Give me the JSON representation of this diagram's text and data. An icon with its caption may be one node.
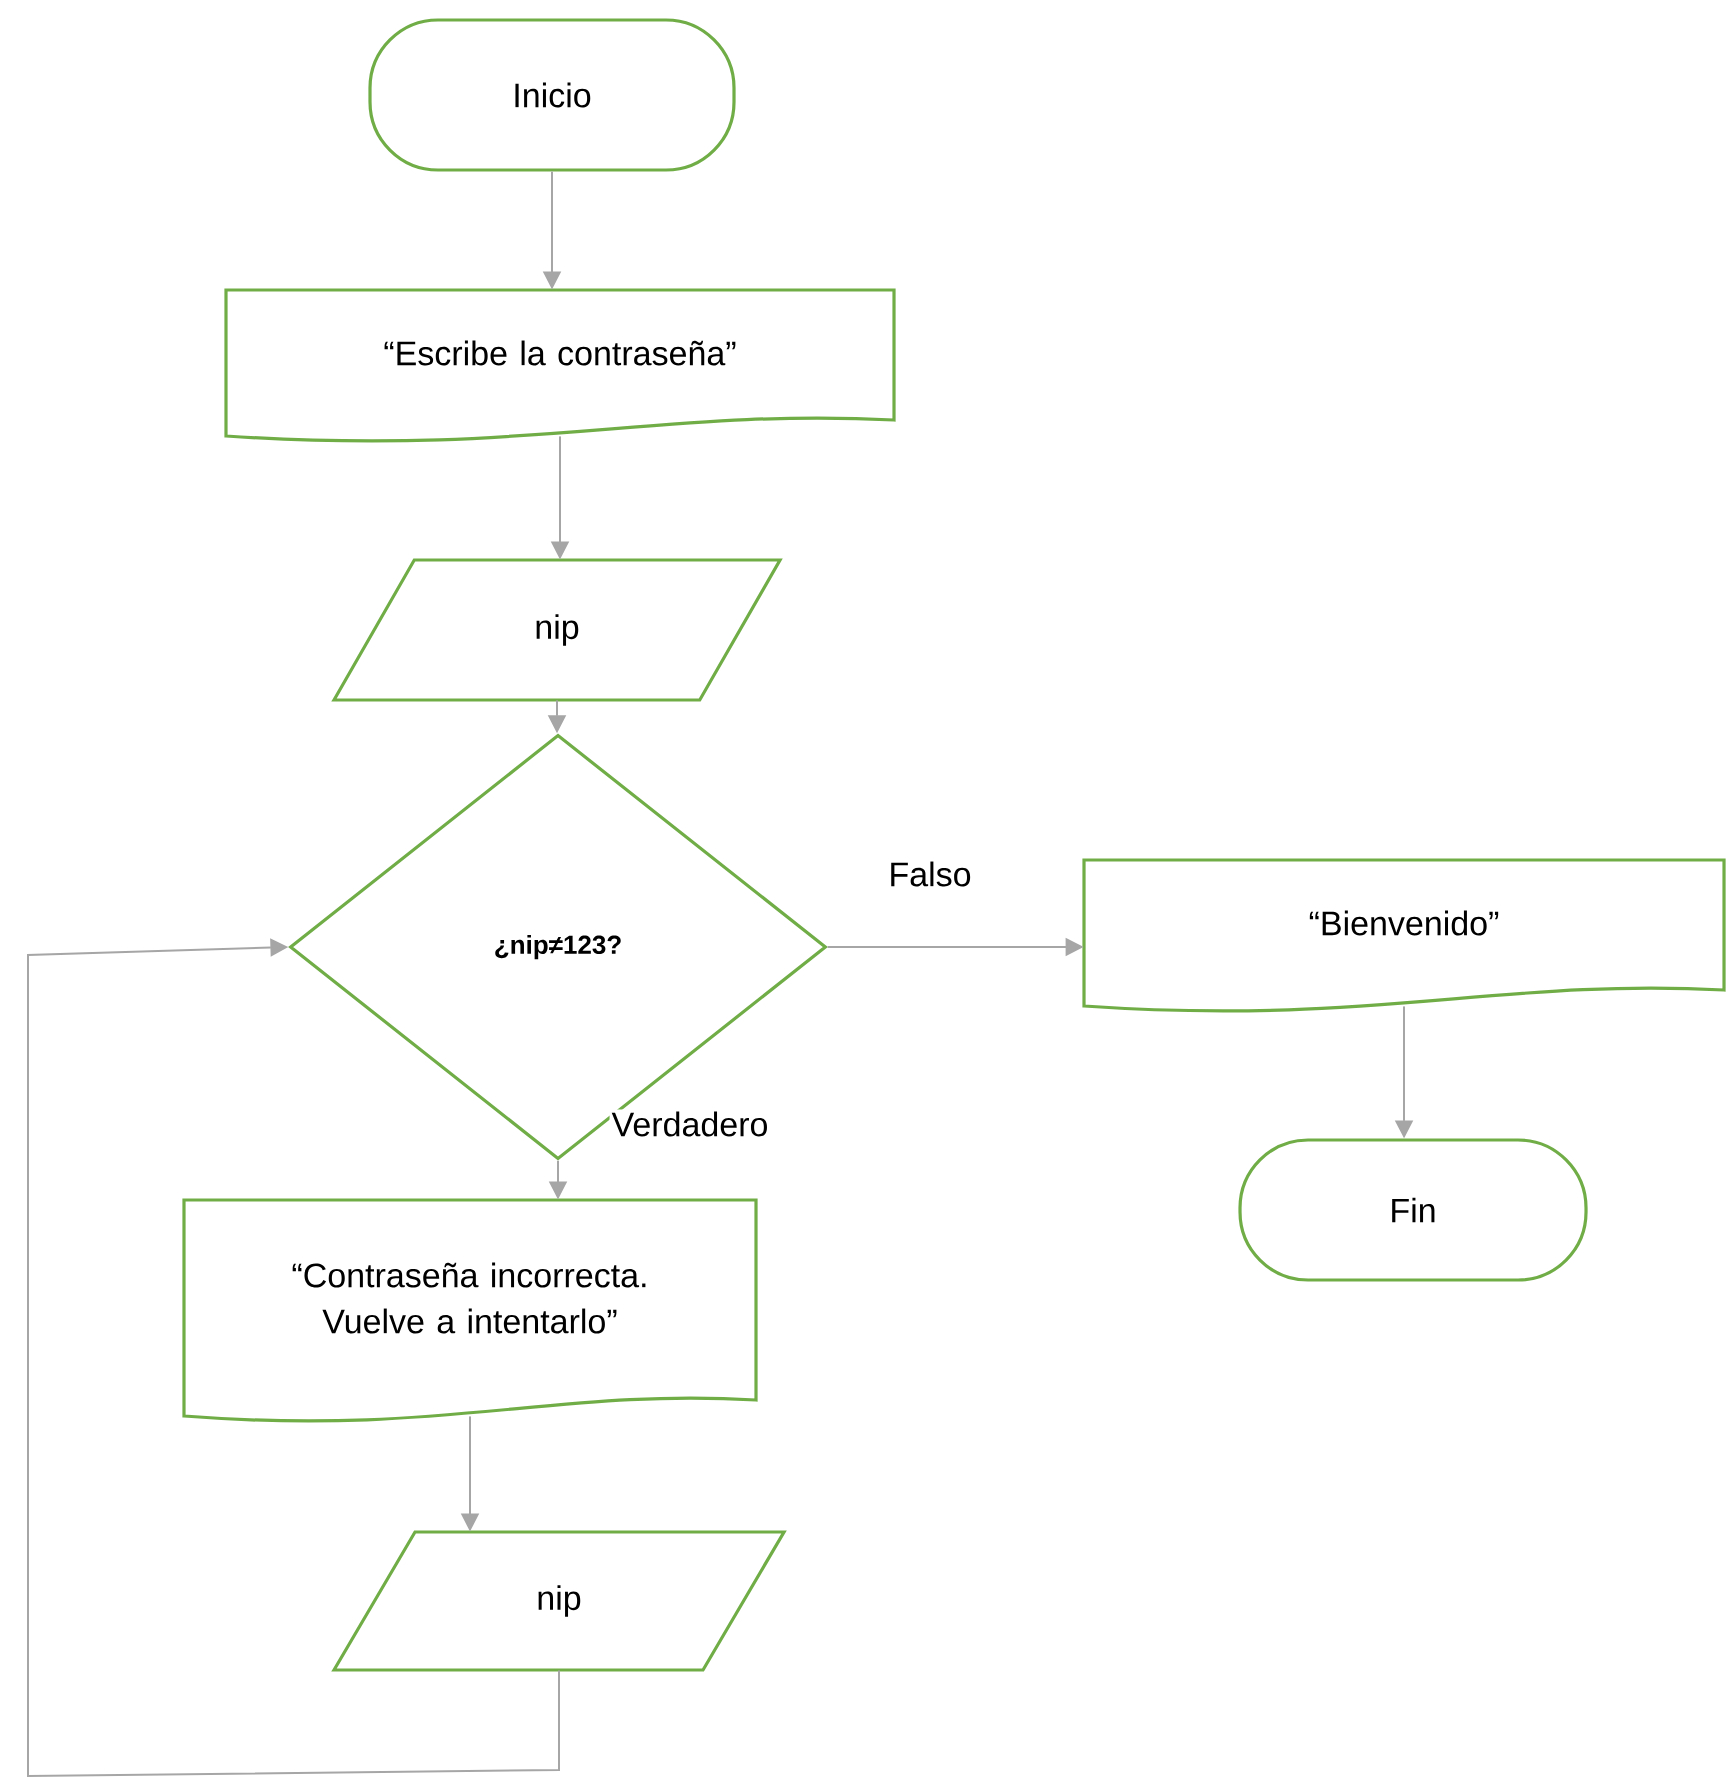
{
  "diagram": {
    "nodes": [
      {
        "text": [
          "Inicio"
        ]
      },
      {
        "text": [
          "“Escribe la contraseña”"
        ]
      },
      {
        "text": [
          "nip"
        ]
      },
      {
        "text": [
          "¿nip≠123?"
        ]
      },
      {
        "text": [
          "“Bienvenido”"
        ]
      },
      {
        "text": [
          "Fin"
        ]
      },
      {
        "text": [
          "“Contraseña incorrecta. Vuelve a intentarlo”"
        ]
      },
      {
        "text": [
          "nip"
        ]
      }
    ],
    "edges": [
      {
        "from": 0,
        "to": 1,
        "arrow": "to"
      },
      {
        "from": 1,
        "to": 2,
        "arrow": "to"
      },
      {
        "from": 2,
        "to": 3,
        "arrow": "to"
      },
      {
        "from": 3,
        "to": 4,
        "arrow": "to",
        "label": "Falso"
      },
      {
        "from": 4,
        "to": 5,
        "arrow": "to"
      },
      {
        "from": 3,
        "to": 6,
        "arrow": "to",
        "label": "Verdadero"
      },
      {
        "from": 6,
        "to": 7,
        "arrow": "to"
      },
      {
        "from": 7,
        "to": 3,
        "arrow": "to"
      }
    ]
  }
}
